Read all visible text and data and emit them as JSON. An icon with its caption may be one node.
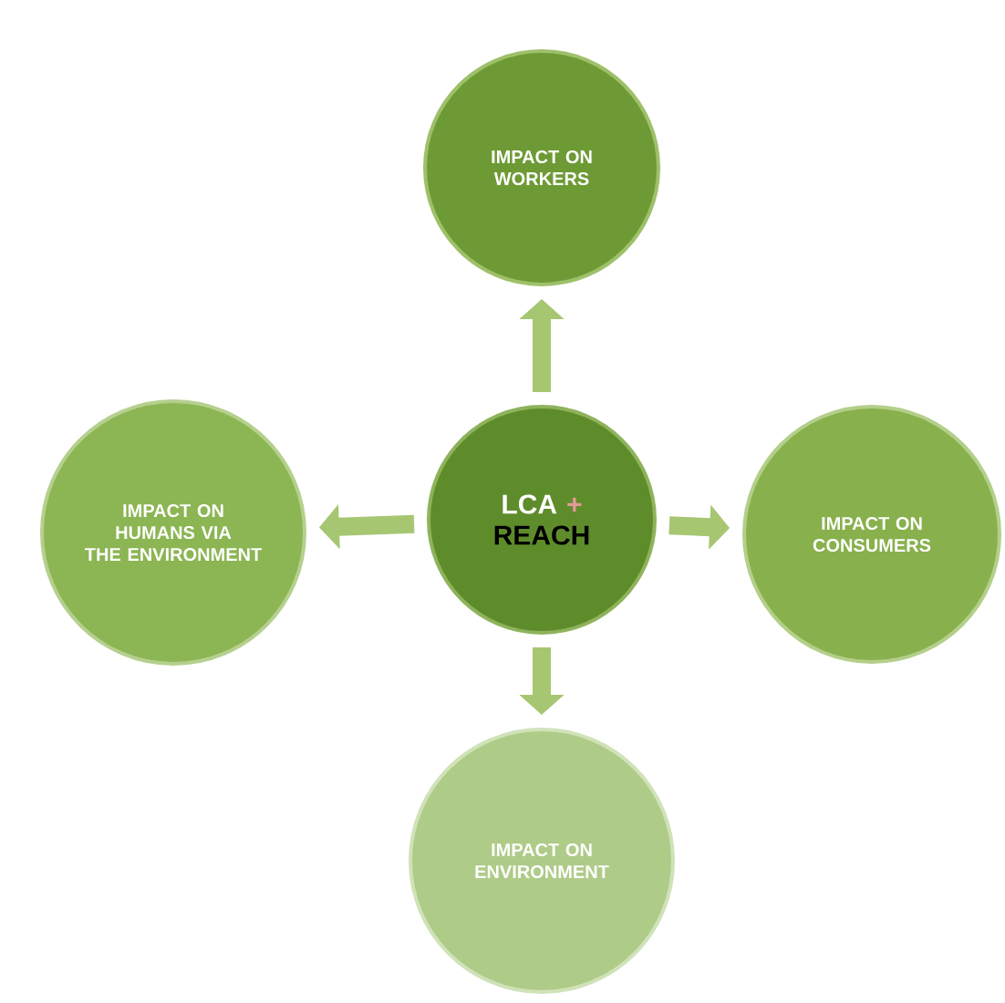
{
  "diagram": {
    "nodes": [
      {
        "text": [
          "LCA",
          "+",
          "REACH"
        ]
      },
      {
        "text": [
          "IMPACT ON WORKERS"
        ]
      },
      {
        "text": [
          "IMPACT ON HUMANS VIA THE ENVIRONMENT"
        ]
      },
      {
        "text": [
          "IMPACT ON CONSUMERS"
        ]
      },
      {
        "text": [
          "IMPACT ON ENVIRONMENT"
        ]
      }
    ],
    "edges": [
      {
        "from": 0,
        "to": 1,
        "arrow": "to"
      },
      {
        "from": 0,
        "to": 2,
        "arrow": "to"
      },
      {
        "from": 0,
        "to": 3,
        "arrow": "to"
      },
      {
        "from": 0,
        "to": 4,
        "arrow": "to"
      }
    ]
  }
}
